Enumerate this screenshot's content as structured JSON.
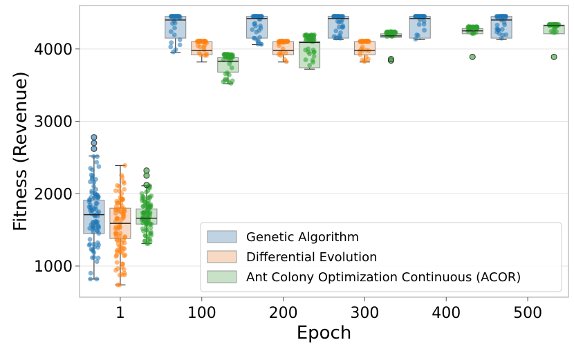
{
  "chart_data": {
    "type": "box",
    "xlabel": "Epoch",
    "ylabel": "Fitness (Revenue)",
    "categories": [
      "1",
      "100",
      "200",
      "300",
      "400",
      "500"
    ],
    "ylim": [
      570,
      4600
    ],
    "yticks": [
      1000,
      2000,
      3000,
      4000
    ],
    "grid": "horizontal",
    "legend_position": "bottom-right",
    "series": [
      {
        "name": "Genetic Algorithm",
        "color": "#1f77b4",
        "box_fill": "#bfd3e3",
        "boxes": [
          {
            "whislo": 820,
            "q1": 1450,
            "med": 1710,
            "q3": 1910,
            "whishi": 2520,
            "fliers": [
              2620,
              2700,
              2780
            ]
          },
          {
            "whislo": 3950,
            "q1": 4150,
            "med": 4400,
            "q3": 4450,
            "whishi": 4450,
            "fliers": []
          },
          {
            "whislo": 4060,
            "q1": 4150,
            "med": 4420,
            "q3": 4450,
            "whishi": 4450,
            "fliers": []
          },
          {
            "whislo": 4130,
            "q1": 4150,
            "med": 4420,
            "q3": 4450,
            "whishi": 4450,
            "fliers": []
          },
          {
            "whislo": 4130,
            "q1": 4150,
            "med": 4420,
            "q3": 4450,
            "whishi": 4450,
            "fliers": []
          },
          {
            "whislo": 4130,
            "q1": 4150,
            "med": 4400,
            "q3": 4450,
            "whishi": 4450,
            "fliers": []
          }
        ]
      },
      {
        "name": "Differential Evolution",
        "color": "#ff7f0e",
        "box_fill": "#f7d9c4",
        "boxes": [
          {
            "whislo": 740,
            "q1": 1380,
            "med": 1590,
            "q3": 1800,
            "whishi": 2390,
            "fliers": []
          },
          {
            "whislo": 3820,
            "q1": 3920,
            "med": 3980,
            "q3": 4100,
            "whishi": 4110,
            "fliers": []
          },
          {
            "whislo": 3820,
            "q1": 3920,
            "med": 3980,
            "q3": 4100,
            "whishi": 4110,
            "fliers": []
          },
          {
            "whislo": 3820,
            "q1": 3920,
            "med": 3980,
            "q3": 4100,
            "whishi": 4110,
            "fliers": []
          }
        ]
      },
      {
        "name": "Ant Colony Optimization Continuous (ACOR)",
        "color": "#2ca02c",
        "box_fill": "#c8e2c7",
        "boxes": [
          {
            "whislo": 1310,
            "q1": 1580,
            "med": 1660,
            "q3": 1790,
            "whishi": 2110,
            "fliers": [
              2250,
              2320,
              2120
            ]
          },
          {
            "whislo": 3520,
            "q1": 3680,
            "med": 3830,
            "q3": 3880,
            "whishi": 3930,
            "fliers": []
          },
          {
            "whislo": 3720,
            "q1": 3740,
            "med": 4090,
            "q3": 4100,
            "whishi": 4200,
            "fliers": []
          },
          {
            "whislo": 4160,
            "q1": 4160,
            "med": 4180,
            "q3": 4210,
            "whishi": 4240,
            "fliers": [
              3840,
              3860
            ]
          },
          {
            "whislo": 4210,
            "q1": 4210,
            "med": 4250,
            "q3": 4280,
            "whishi": 4310,
            "fliers": [
              3890
            ]
          },
          {
            "whislo": 4210,
            "q1": 4210,
            "med": 4320,
            "q3": 4330,
            "whishi": 4340,
            "fliers": [
              3890
            ]
          }
        ]
      }
    ]
  }
}
